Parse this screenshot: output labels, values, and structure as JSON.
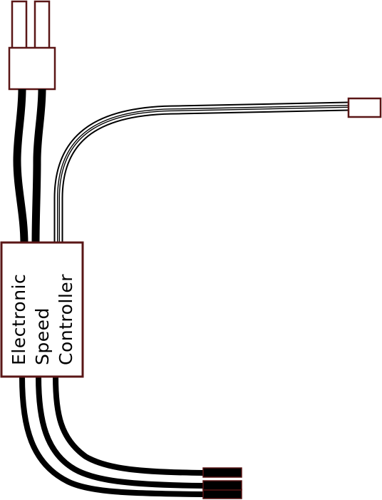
{
  "esc": {
    "label_line1": "Electronic",
    "label_line2": "Speed",
    "label_line3": "Controller"
  },
  "colors": {
    "box_stroke": "#6b1a1a",
    "wire": "#000000",
    "background": "#ffffff"
  }
}
